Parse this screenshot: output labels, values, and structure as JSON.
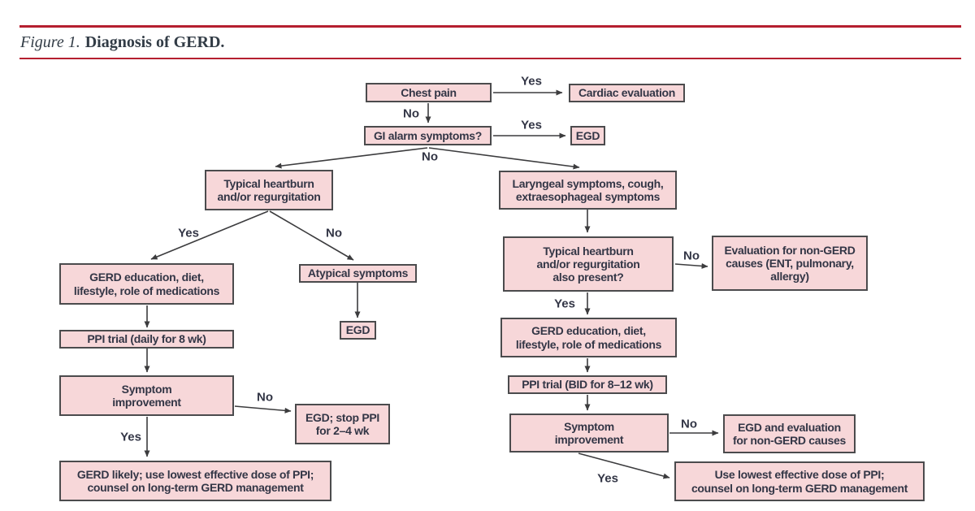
{
  "figure_header": {
    "label": "Figure 1.",
    "title": "Diagnosis of GERD."
  },
  "colors": {
    "rule": "#b51f2f",
    "box_fill": "#f7d7d9",
    "box_border": "#4b4b4d",
    "ink": "#333646",
    "arrow": "#3c3c3e",
    "title_ink": "#323c46"
  },
  "nodes": {
    "chest_pain": {
      "lines": [
        "Chest pain"
      ]
    },
    "cardiac_evaluation": {
      "lines": [
        "Cardiac evaluation"
      ]
    },
    "gi_alarm_symptoms": {
      "lines": [
        "GI alarm symptoms?"
      ]
    },
    "egd_top": {
      "lines": [
        "EGD"
      ]
    },
    "typical_heartburn": {
      "lines": [
        "Typical heartburn",
        "and/or regurgitation"
      ]
    },
    "atypical_symptoms": {
      "lines": [
        "Atypical symptoms"
      ]
    },
    "egd_mid": {
      "lines": [
        "EGD"
      ]
    },
    "gerd_education_left": {
      "lines": [
        "GERD education, diet,",
        "lifestyle, role of medications"
      ]
    },
    "ppi_trial_daily": {
      "lines": [
        "PPI trial (daily for 8 wk)"
      ]
    },
    "symptom_improvement_left": {
      "lines": [
        "Symptom",
        "improvement"
      ]
    },
    "egd_stop_ppi": {
      "lines": [
        "EGD; stop PPI",
        "for 2–4 wk"
      ]
    },
    "gerd_likely": {
      "lines": [
        "GERD likely; use lowest effective dose of PPI;",
        "counsel on long-term GERD management"
      ]
    },
    "laryngeal_symptoms": {
      "lines": [
        "Laryngeal symptoms, cough,",
        "extraesophageal symptoms"
      ]
    },
    "also_present": {
      "lines": [
        "Typical heartburn",
        "and/or regurgitation",
        "also present?"
      ]
    },
    "non_gerd_evaluation": {
      "lines": [
        "Evaluation for non-GERD",
        "causes (ENT, pulmonary,",
        "allergy)"
      ]
    },
    "gerd_education_right": {
      "lines": [
        "GERD education, diet,",
        "lifestyle, role of medications"
      ]
    },
    "ppi_trial_bid": {
      "lines": [
        "PPI trial (BID for 8–12 wk)"
      ]
    },
    "symptom_improvement_right": {
      "lines": [
        "Symptom",
        "improvement"
      ]
    },
    "egd_and_evaluation": {
      "lines": [
        "EGD and evaluation",
        "for non-GERD causes"
      ]
    },
    "use_lowest_dose": {
      "lines": [
        "Use lowest effective dose of PPI;",
        "counsel on long-term GERD management"
      ]
    }
  },
  "edge_labels": {
    "chest_yes": "Yes",
    "chest_no": "No",
    "gi_yes": "Yes",
    "gi_no": "No",
    "typical_yes": "Yes",
    "typical_no": "No",
    "symptom_left_no": "No",
    "symptom_left_yes": "Yes",
    "also_present_no": "No",
    "also_present_yes": "Yes",
    "symptom_right_no": "No",
    "symptom_right_yes": "Yes"
  }
}
